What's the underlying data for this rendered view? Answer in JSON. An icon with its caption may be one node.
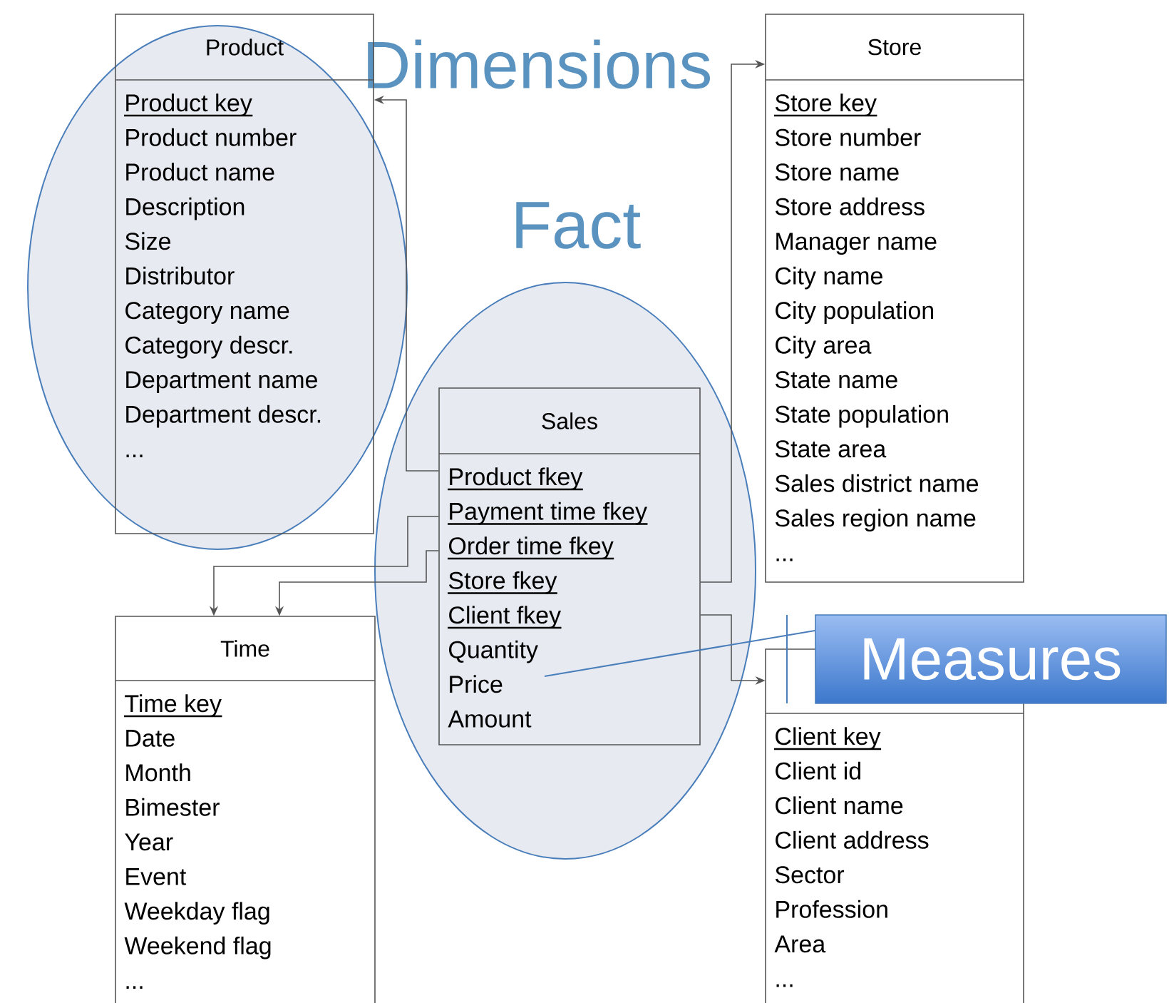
{
  "diagram": {
    "nodes": [
      {
        "text": [
          "Dimensions"
        ]
      },
      {
        "text": [
          "Product",
          "Product key",
          "Product number",
          "Product name",
          "Description",
          "Size",
          "Distributor",
          "Category name",
          "Category descr.",
          "Department name",
          "Department descr.",
          "..."
        ],
        "in": 0
      },
      {
        "text": [
          "Store",
          "Store key",
          "Store number",
          "Store name",
          "Store address",
          "Manager name",
          "City name",
          "City population",
          "City area",
          "State name",
          "State population",
          "State area",
          "Sales district name",
          "Sales region name",
          "..."
        ]
      },
      {
        "text": [
          "Fact"
        ]
      },
      {
        "text": [
          "Sales",
          "Product fkey",
          "Payment time fkey",
          "Order time fkey",
          "Store fkey",
          "Client fkey",
          "Quantity",
          "Price",
          "Amount"
        ],
        "in": 3
      },
      {
        "text": [
          "Measures"
        ]
      },
      {
        "text": [
          "Time",
          "Time key",
          "Date",
          "Month",
          "Bimester",
          "Year",
          "Event",
          "Weekday  flag",
          "Weekend  flag",
          "..."
        ]
      },
      {
        "text": [
          "Client key",
          "Client id",
          "Client name",
          "Client address",
          "Sector",
          "Profession",
          "Area",
          "..."
        ]
      }
    ],
    "edges": [
      {
        "from": 4,
        "to": 1,
        "arrow": "to"
      },
      {
        "from": 4,
        "to": 6,
        "arrow": "to"
      },
      {
        "from": 4,
        "to": 6,
        "arrow": "to"
      },
      {
        "from": 4,
        "to": 2,
        "arrow": "to"
      },
      {
        "from": 4,
        "to": 7,
        "arrow": "to"
      },
      {
        "from": 5,
        "to": 4,
        "arrow": "none",
        "color": "#4a7ebb"
      }
    ]
  }
}
